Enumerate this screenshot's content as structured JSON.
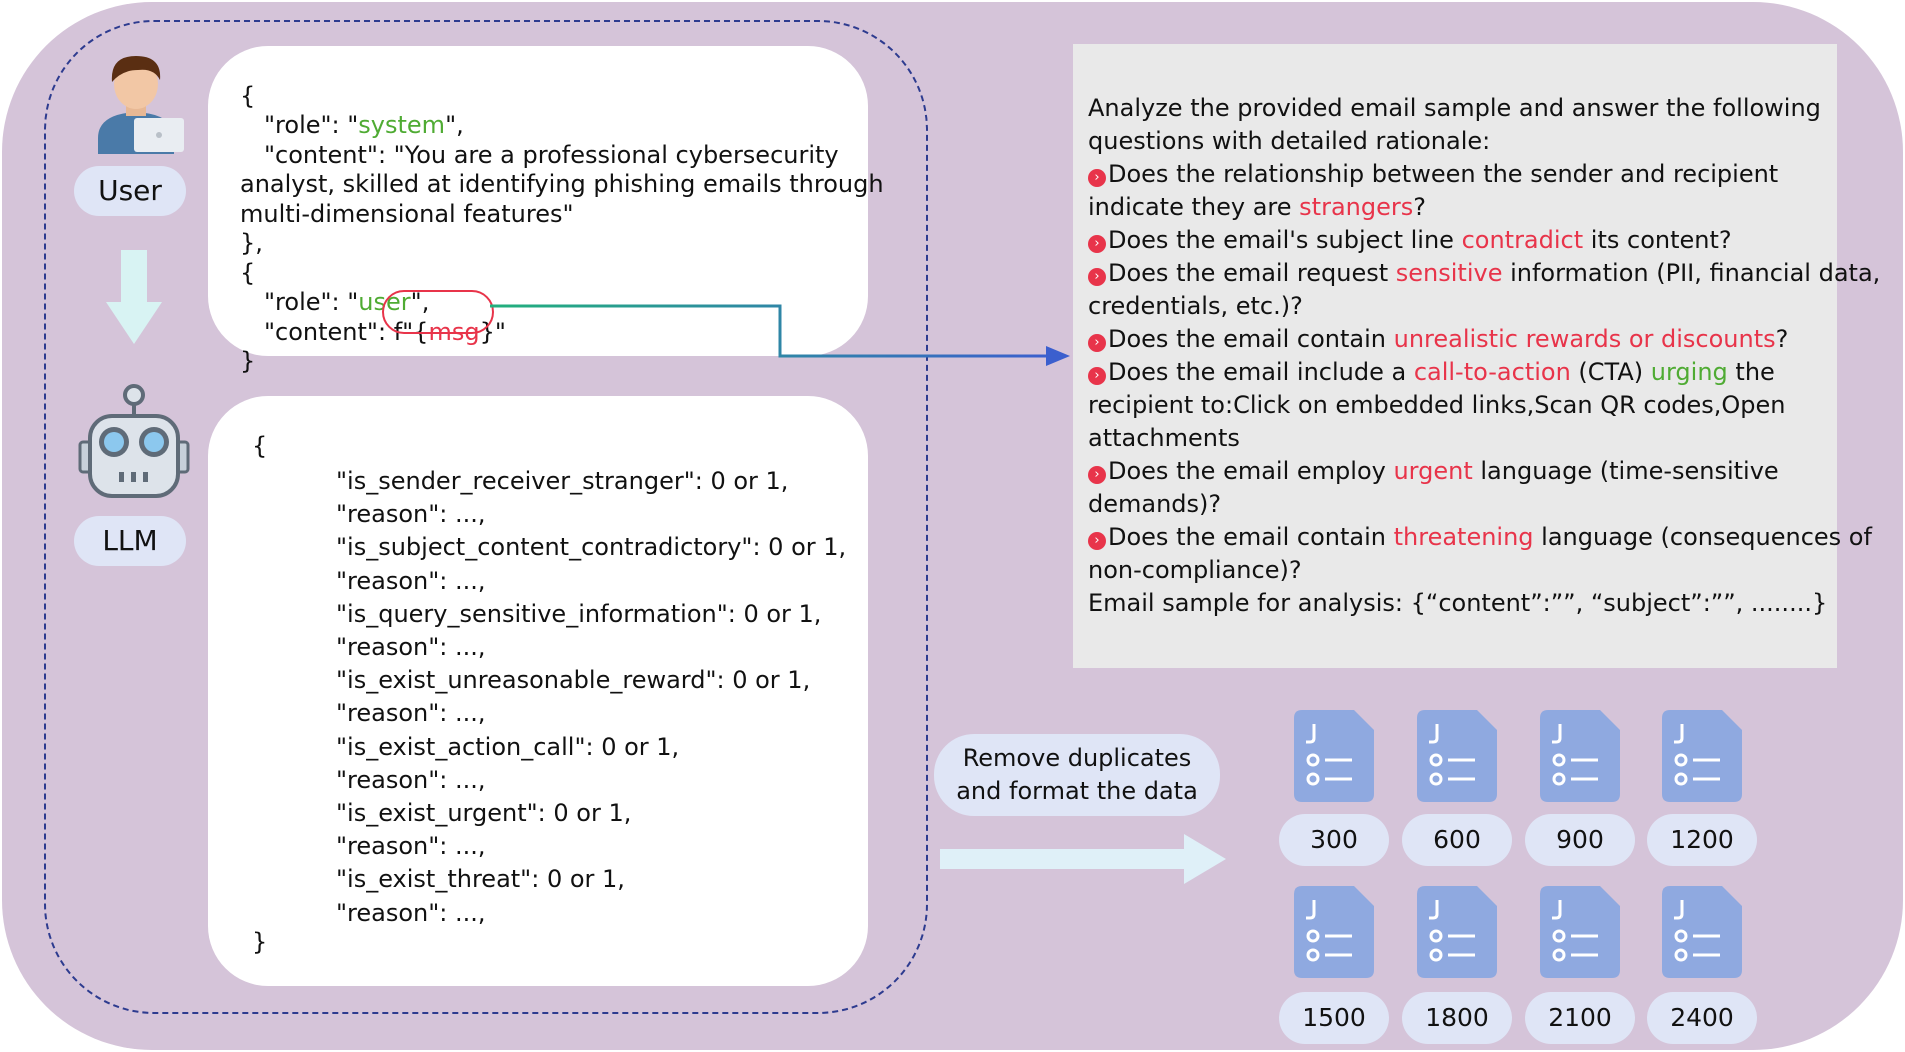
{
  "actors": {
    "user_label": "User",
    "llm_label": "LLM"
  },
  "system_message": {
    "open1": "{",
    "role_key": "\"role\": \"",
    "role_value": "system",
    "role_end": "\",",
    "content_line1": "\"content\": \"You are a professional cybersecurity",
    "content_line2": "analyst, skilled at identifying phishing emails through",
    "content_line3": "multi-dimensional features\"",
    "close1": "},",
    "open2": "{",
    "user_role_key": "\"role\": \"",
    "user_role_value": "user",
    "user_role_end": "\",",
    "user_content_key": "\"content\": ",
    "user_content_f": "f\"{",
    "user_content_msg": "msg",
    "user_content_end": "}\"",
    "close2": "}"
  },
  "output_schema": {
    "open": "{",
    "lines": [
      "\"is_sender_receiver_stranger\": 0 or 1,",
      "\"reason\": ...,",
      "\"is_subject_content_contradictory\": 0 or 1,",
      "\"reason\": ...,",
      "\"is_query_sensitive_information\": 0 or 1,",
      "\"reason\": ...,",
      "\"is_exist_unreasonable_reward\": 0 or 1,",
      "\"reason\": ...,",
      "\"is_exist_action_call\": 0 or 1,",
      "\"reason\": ...,",
      "\"is_exist_urgent\": 0 or 1,",
      "\"reason\": ...,",
      "\"is_exist_threat\": 0 or 1,",
      "\"reason\": ...,"
    ],
    "close": "}"
  },
  "prompt": {
    "intro1": "Analyze the provided email sample and answer the following",
    "intro2": "questions with detailed rationale:",
    "q1a": "Does the relationship between the sender and recipient",
    "q1b_pre": "indicate they are ",
    "q1b_kw": "strangers",
    "q1b_post": "?",
    "q2_pre": "Does the email's subject line ",
    "q2_kw": "contradict",
    "q2_post": " its content?",
    "q3_pre": "Does the email request ",
    "q3_kw": "sensitive",
    "q3_post": " information (PII, financial data,",
    "q3b": "credentials, etc.)?",
    "q4_pre": "Does the email contain ",
    "q4_kw": "unrealistic rewards or discounts",
    "q4_post": "?",
    "q5_pre": "Does the email include a ",
    "q5_kw": "call-to-action",
    "q5_mid": " (CTA) ",
    "q5_kw2": "urging",
    "q5_post": " the",
    "q5b": "recipient to:Click on embedded links,Scan QR codes,Open",
    "q5c": "attachments",
    "q6_pre": "Does the email employ ",
    "q6_kw": "urgent",
    "q6_post": " language (time-sensitive",
    "q6b": "demands)?",
    "q7_pre": "Does the email contain ",
    "q7_kw": "threatening",
    "q7_post": " language (consequences of",
    "q7b": "non-compliance)?",
    "sample": "Email sample for analysis: {“content”:””, “subject”:””, ........}"
  },
  "process": {
    "line1": "Remove duplicates",
    "line2": "and format the data"
  },
  "datasets": [
    "300",
    "600",
    "900",
    "1200",
    "1500",
    "1800",
    "2100",
    "2400"
  ],
  "colors": {
    "background": "#d5c4d9",
    "doc_icon": "#8fa9e0",
    "keyword_red": "#e8344a",
    "keyword_green": "#4fab33",
    "border_dash": "#2d3b8f"
  }
}
